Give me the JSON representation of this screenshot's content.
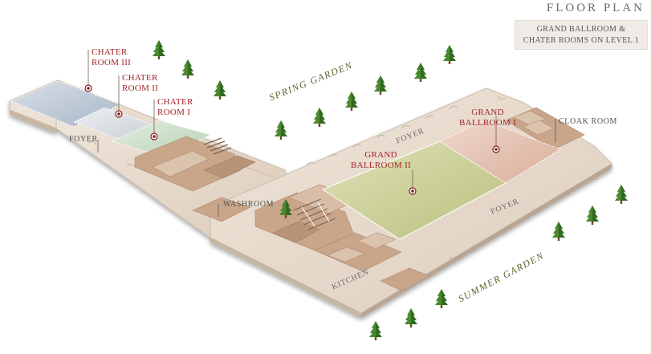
{
  "header": {
    "title": "FLOOR PLAN",
    "subtitle_line1": "GRAND BALLROOM  &",
    "subtitle_line2": "CHATER ROOMS ON LEVEL 1"
  },
  "labels": {
    "chater_room_3_a": "CHATER",
    "chater_room_3_b": "ROOM III",
    "chater_room_2_a": "CHATER",
    "chater_room_2_b": "ROOM II",
    "chater_room_1_a": "CHATER",
    "chater_room_1_b": "ROOM I",
    "grand_ballroom_1_a": "GRAND",
    "grand_ballroom_1_b": "BALLROOM I",
    "grand_ballroom_2_a": "GRAND",
    "grand_ballroom_2_b": "BALLROOM II",
    "cloak_room": "CLOAK ROOM",
    "foyer_west": "FOYER",
    "foyer_north": "FOYER",
    "foyer_south": "FOYER",
    "washroom": "WASHROOM",
    "kitchen": "KITCHEN",
    "spring_garden": "SPRING GARDEN",
    "summer_garden": "SUMMER GARDEN"
  },
  "colors": {
    "floor": "#e9ddd0",
    "floor_edge": "#c8b6a5",
    "service": "#c9a58a",
    "chater_3": "#bfc9d7",
    "chater_2": "#d9dde2",
    "chater_1": "#cfe0cd",
    "ballroom_2": "#cfd39e",
    "ballroom_1": "#e4c2b3",
    "tree": "#2f6b1f",
    "marker": "#8b1a1e"
  },
  "icons": [
    "tree-icon",
    "location-marker-icon",
    "stairs-icon"
  ]
}
